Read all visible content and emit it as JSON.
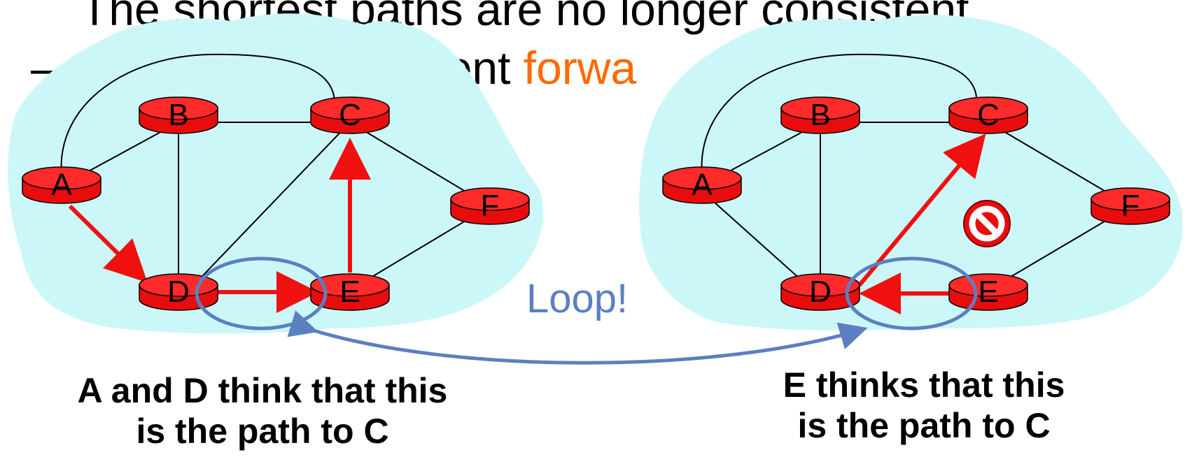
{
  "heading": {
    "line1_visible": "The shortest paths are no longer consistent",
    "bullet_dash": "–",
    "line2_partial_black": "sient ",
    "line2_partial_orange": "forwa",
    "orange_color": "#ff6a00"
  },
  "colors": {
    "cloud": "#ccf7f9",
    "router_red": "#e80c0c",
    "router_top": "#ff2a2a",
    "arrow_red": "#f01010",
    "loop_blue": "#5b80c0",
    "link_black": "#000000"
  },
  "left_network": {
    "nodes": [
      "A",
      "B",
      "C",
      "D",
      "E",
      "F"
    ]
  },
  "right_network": {
    "nodes": [
      "A",
      "B",
      "C",
      "D",
      "E",
      "F"
    ],
    "prohibited_icon": "no-entry-icon"
  },
  "loop_label": "Loop!",
  "captions": {
    "left_line1": "A and D think that this",
    "left_line2": "is the path to C",
    "right_line1": "E thinks that this",
    "right_line2": "is the path to C"
  }
}
